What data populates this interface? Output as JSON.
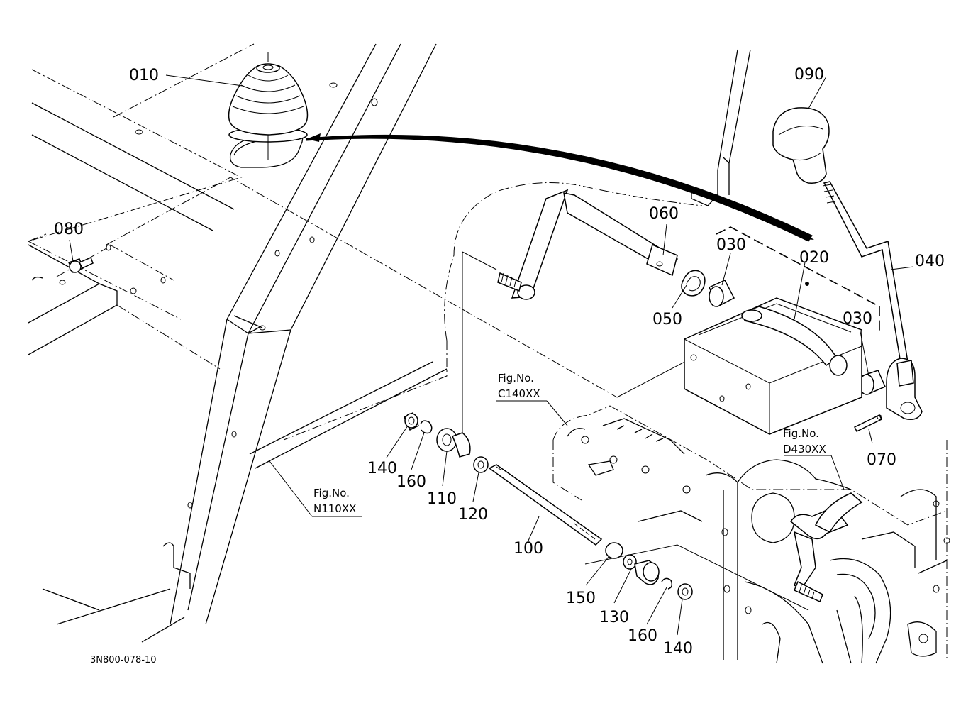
{
  "diagram": {
    "part_callouts": [
      {
        "id": "010",
        "label": "010"
      },
      {
        "id": "020",
        "label": "020"
      },
      {
        "id": "030a",
        "label": "030"
      },
      {
        "id": "030b",
        "label": "030"
      },
      {
        "id": "040",
        "label": "040"
      },
      {
        "id": "050",
        "label": "050"
      },
      {
        "id": "060",
        "label": "060"
      },
      {
        "id": "070",
        "label": "070"
      },
      {
        "id": "080",
        "label": "080"
      },
      {
        "id": "090",
        "label": "090"
      },
      {
        "id": "100",
        "label": "100"
      },
      {
        "id": "110",
        "label": "110"
      },
      {
        "id": "120",
        "label": "120"
      },
      {
        "id": "130",
        "label": "130"
      },
      {
        "id": "140a",
        "label": "140"
      },
      {
        "id": "140b",
        "label": "140"
      },
      {
        "id": "150",
        "label": "150"
      },
      {
        "id": "160a",
        "label": "160"
      },
      {
        "id": "160b",
        "label": "160"
      }
    ],
    "figure_refs": [
      {
        "id": "c140",
        "line1": "Fig.No.",
        "line2": "C140XX"
      },
      {
        "id": "d430",
        "line1": "Fig.No.",
        "line2": "D430XX"
      },
      {
        "id": "n110",
        "line1": "Fig.No.",
        "line2": "N110XX"
      }
    ],
    "document_id": "3N800-078-10"
  }
}
